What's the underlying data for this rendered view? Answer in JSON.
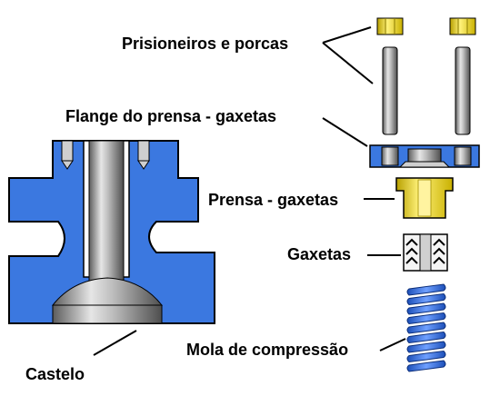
{
  "labels": {
    "studs_nuts": "Prisioneiros e porcas",
    "gland_flange": "Flange do prensa - gaxetas",
    "gland": "Prensa - gaxetas",
    "packing": "Gaxetas",
    "spring": "Mola de compressão",
    "bonnet": "Castelo"
  },
  "colors": {
    "body_blue": "#3b78e0",
    "steel_light": "#d8d8d8",
    "steel_dark": "#6a6a6a",
    "brass": "#e8d21c",
    "spring_blue": "#2f68d8",
    "background": "#ffffff"
  }
}
